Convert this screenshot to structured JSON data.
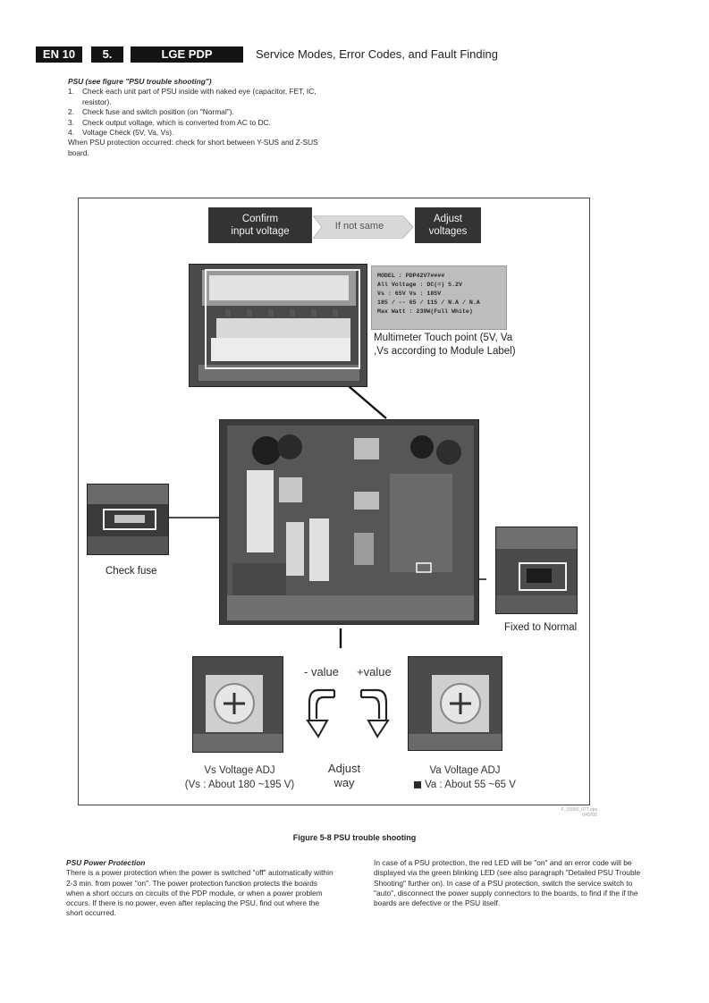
{
  "header": {
    "lang_tag": "EN 10",
    "chapter": "5.",
    "brand": "LGE PDP",
    "section_title": "Service Modes, Error Codes, and Fault Finding"
  },
  "intro": {
    "title": "PSU (see figure \"PSU trouble shooting\")",
    "steps": [
      {
        "num": "1.",
        "text": "Check each unit part of PSU inside with naked eye (capacitor, FET, IC, resistor)."
      },
      {
        "num": "2.",
        "text": "Check fuse and switch position (on \"Normal\")."
      },
      {
        "num": "3.",
        "text": "Check output voltage, which is converted from AC to DC."
      },
      {
        "num": "4.",
        "text": "Voltage Check (5V, Va, Vs)."
      }
    ],
    "note": "When PSU protection occurred: check for short between Y-SUS and Z-SUS board."
  },
  "figure": {
    "confirm_line1": "Confirm",
    "confirm_line2": "input voltage",
    "if_not_same": "If not same",
    "adjust_line1": "Adjust",
    "adjust_line2": "voltages",
    "module_label": {
      "line1": "MODEL : PDP42V7####",
      "line2": "All Voltage : DC(=) 5.2V",
      "line3": "Vs : 65V    Vs : 185V",
      "line4": "185 / -- 65 / 115 / N.A / N.A",
      "line5": "Max Watt : 230W(Full White)"
    },
    "multimeter_caption": "Multimeter Touch point (5V, Va ,Vs according to Module Label)",
    "check_fuse": "Check fuse",
    "fixed_normal": "Fixed to Normal",
    "minus_value": "- value",
    "plus_value": "+value",
    "adjust_way_line1": "Adjust",
    "adjust_way_line2": "way",
    "vs_title": "Vs Voltage ADJ",
    "vs_range": "(Vs : About 180 ~195 V)",
    "va_title": "Va Voltage ADJ",
    "va_range": "Va : About 55 ~65 V",
    "code_ref_line1": "F_15550_077.eps",
    "code_ref_line2": "040705"
  },
  "figure_caption": "Figure 5-8 PSU trouble shooting",
  "protection": {
    "title": "PSU Power Protection",
    "left_text": "There is a power protection when the power is switched \"off\" automatically within 2-3 min. from power \"on\". The power protection function protects the boards when a short occurs on circuits of the PDP module, or when a power problem occurs. If there is no power, even after replacing the PSU, find out where the short occurred.",
    "right_text": "In case of a PSU protection, the red LED will be \"on\" and an error code will be displayed via the green blinking LED (see also paragraph \"Detailed PSU Trouble Shooting\" further on). In case of a PSU protection, switch the service switch to \"auto\", disconnect the power supply connectors to the boards, to find if the if the boards are defective or the PSU itself."
  },
  "colors": {
    "header_block": "#141414",
    "diagram_box": "#333333",
    "photo_dark": "#3a3a3a",
    "photo_light": "#d6d6d6"
  },
  "icons": [
    "ccw-rotate-arrow-icon",
    "cw-rotate-arrow-icon",
    "chevron-arrow-icon"
  ]
}
